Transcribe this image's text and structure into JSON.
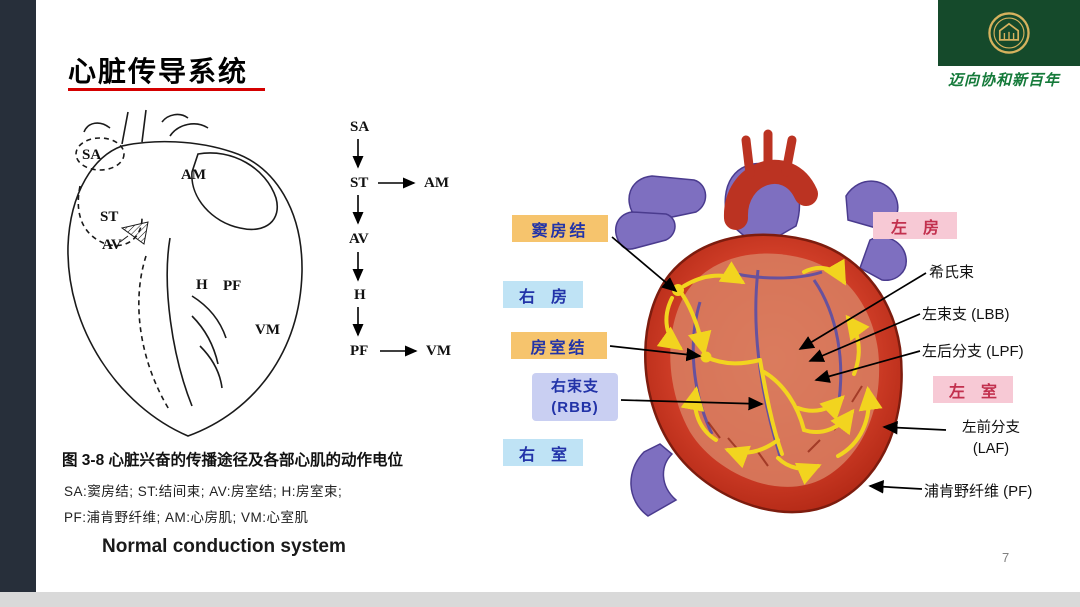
{
  "slide": {
    "title": "心脏传导系统",
    "page_number": "7",
    "footer_caption": "Normal conduction system"
  },
  "logo": {
    "motto": "迈向协和新百年"
  },
  "left_figure": {
    "labels": {
      "sa": "SA",
      "am": "AM",
      "st": "ST",
      "av": "AV",
      "h": "H",
      "pf": "PF",
      "vm": "VM"
    },
    "caption_title": "图 3-8  心脏兴奋的传播途径及各部心肌的动作电位",
    "caption_line1": "SA:窦房结;   ST:结间束;   AV:房室结;   H:房室束;",
    "caption_line2": "PF:浦肯野纤维;   AM:心房肌;   VM:心室肌"
  },
  "flowchart": {
    "sa": "SA",
    "st": "ST",
    "am": "AM",
    "av": "AV",
    "h": "H",
    "pf": "PF",
    "vm": "VM"
  },
  "right_figure": {
    "labels": {
      "sinus_node": "窦房结",
      "right_atrium": "右　房",
      "av_node": "房室结",
      "rbb_line1": "右束支",
      "rbb_line2": "(RBB)",
      "right_ventricle": "右　室",
      "left_atrium": "左　房",
      "his_bundle": "希氏束",
      "lbb": "左束支 (LBB)",
      "lpf": "左后分支 (LPF)",
      "left_ventricle": "左　室",
      "laf_line1": "左前分支",
      "laf_line2": "(LAF)",
      "purkinje": "浦肯野纤维 (PF)"
    }
  },
  "colors": {
    "accent_red": "#d40000",
    "edge_dark": "#272f3a",
    "logo_green": "#154a2b",
    "motto_green": "#157a3a",
    "tag_orange": "#f6c46d",
    "tag_blue": "#bfe3f5",
    "tag_periwinkle": "#c9cff2",
    "tag_pink": "#f7c9d5",
    "tag_blue_text": "#2233a8",
    "tag_pink_text": "#c2304e",
    "conduction_yellow": "#f2d41f"
  }
}
